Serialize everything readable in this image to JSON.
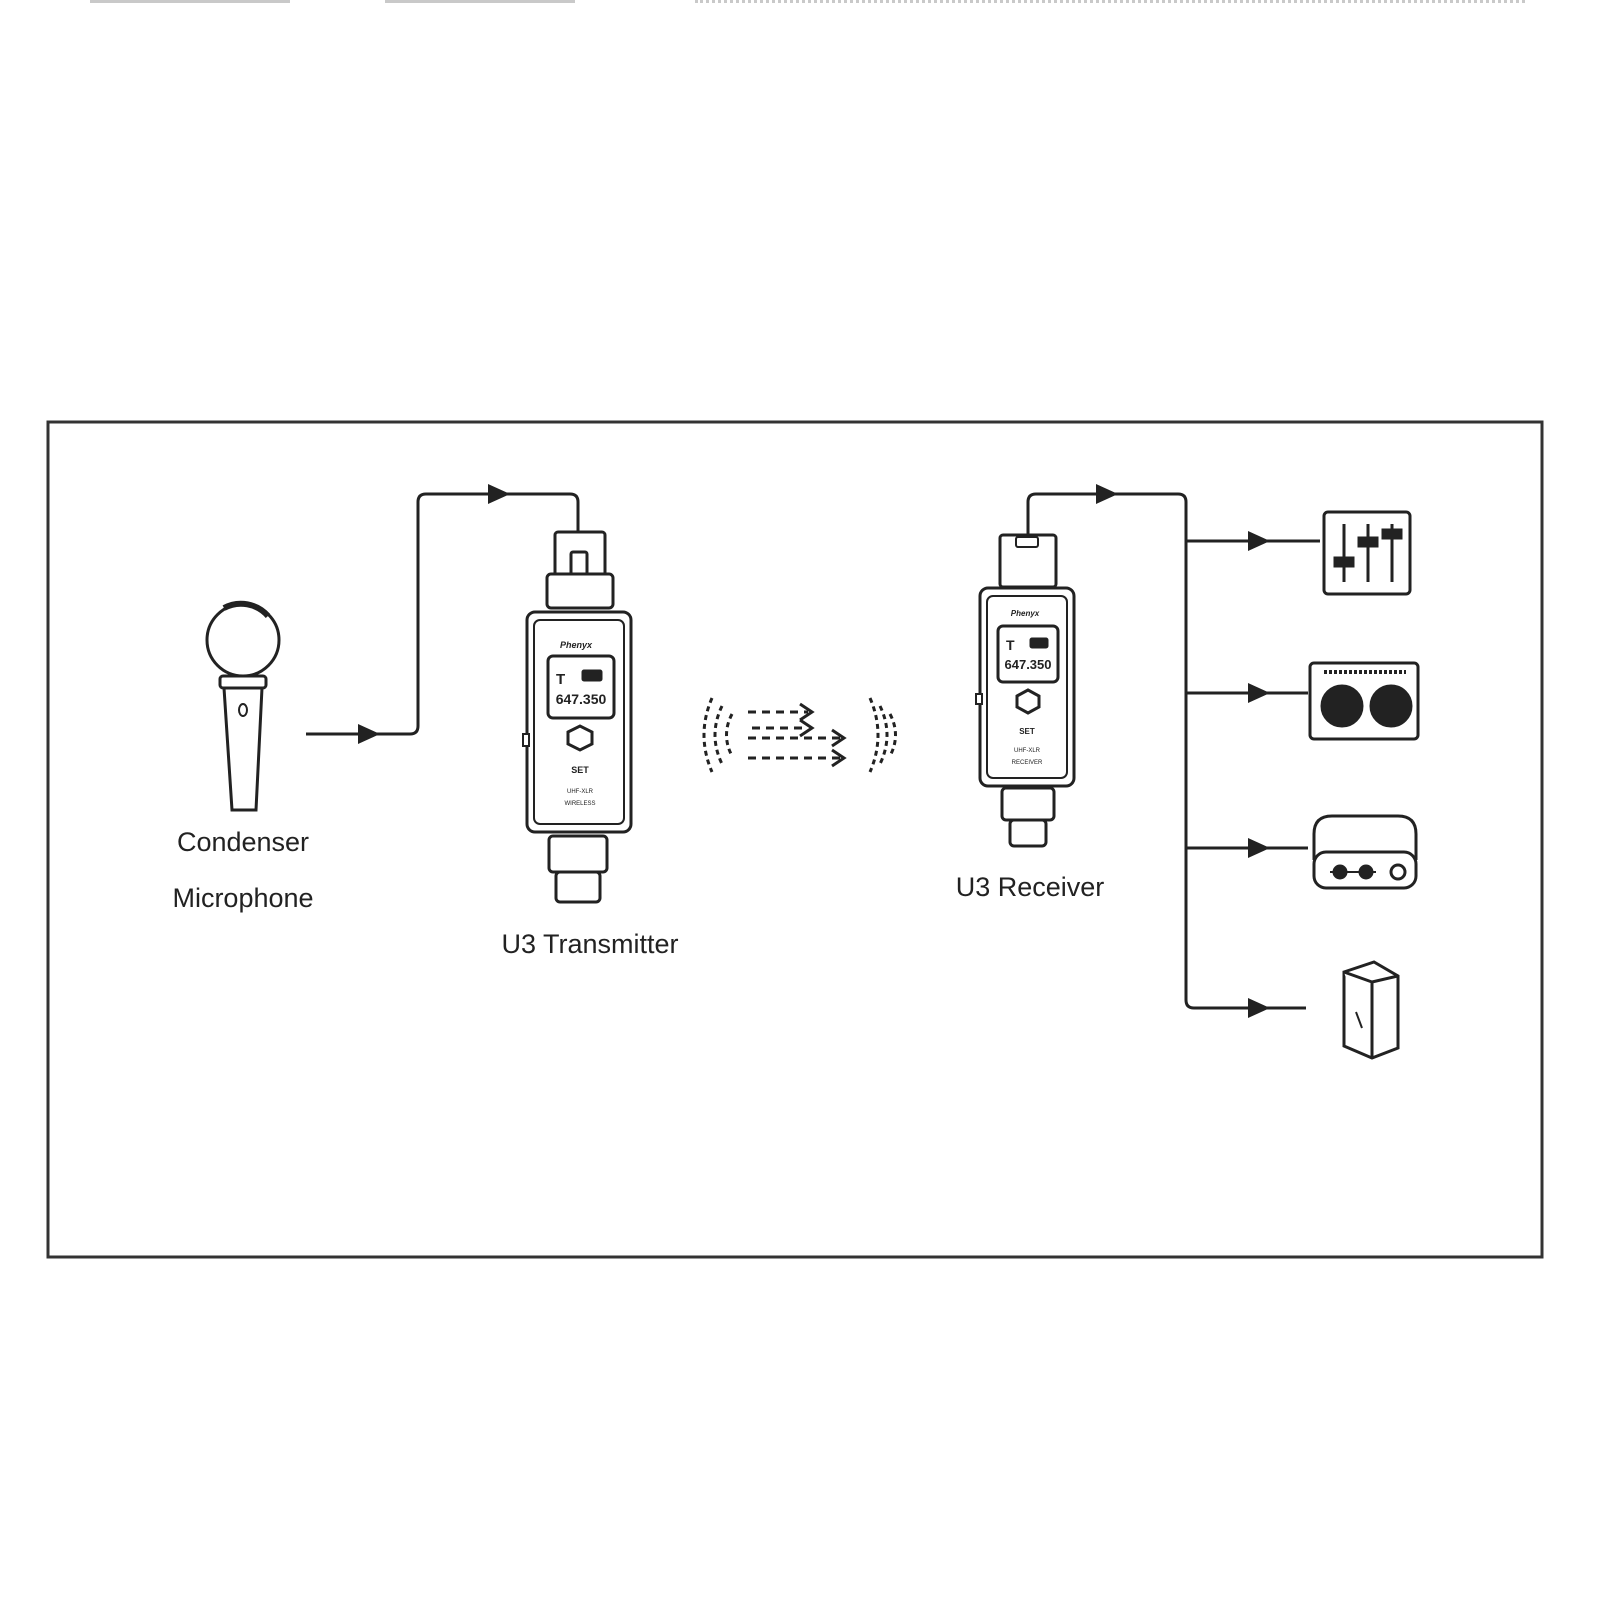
{
  "labels": {
    "microphone_line1": "Condenser",
    "microphone_line2": "Microphone",
    "transmitter": "U3 Transmitter",
    "receiver": "U3 Receiver"
  },
  "devices": {
    "transmitter": {
      "screen_mode": "T",
      "frequency": "647.350",
      "button": "SET"
    },
    "receiver": {
      "screen_mode": "T",
      "frequency": "647.350",
      "button": "SET"
    }
  },
  "outputs": [
    {
      "icon": "mixer-icon"
    },
    {
      "icon": "speaker-amp-icon"
    },
    {
      "icon": "audio-interface-icon"
    },
    {
      "icon": "monitor-speaker-icon"
    }
  ],
  "colors": {
    "line": "#222222",
    "frame": "#333333",
    "background": "#ffffff"
  }
}
